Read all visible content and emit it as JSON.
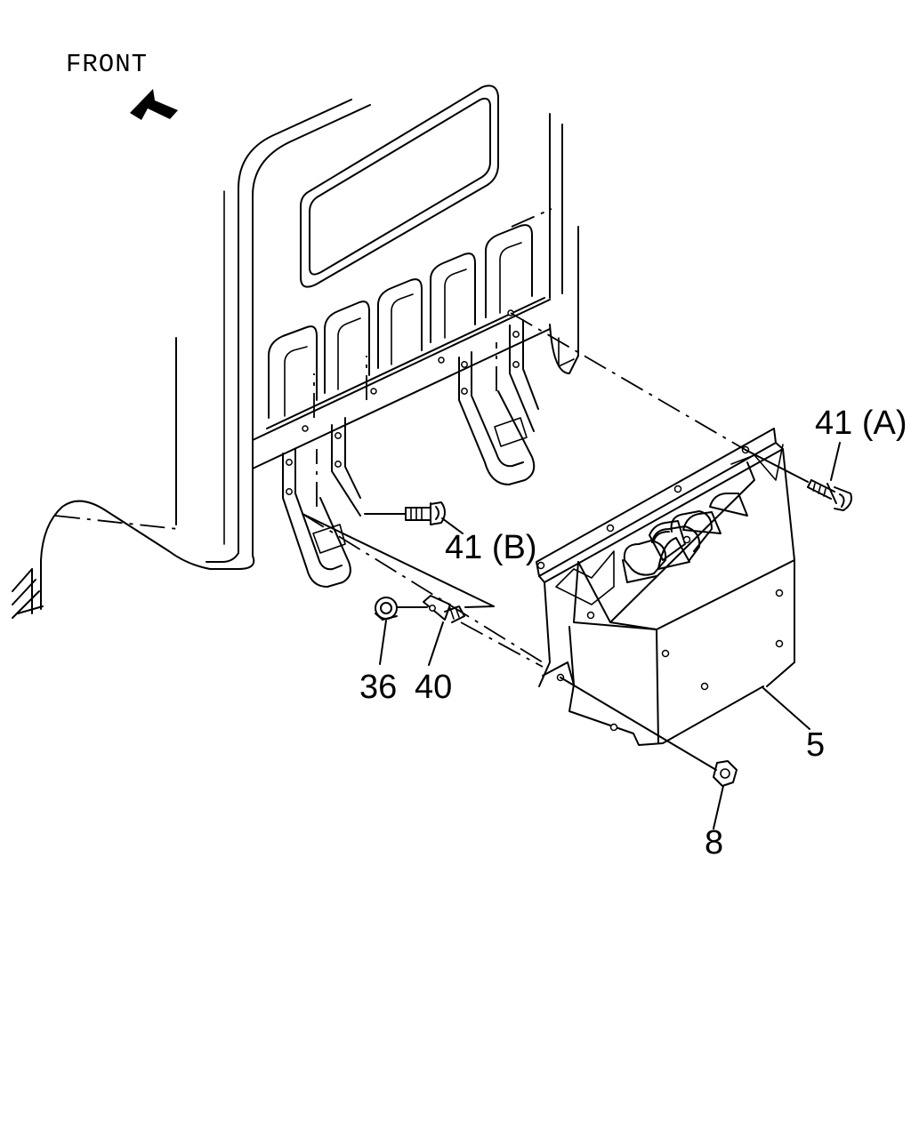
{
  "front_label": "FRONT",
  "callouts": {
    "c41a": "41 (A)",
    "c41b": "41 (B)",
    "c36": "36",
    "c40": "40",
    "c5": "5",
    "c8": "8"
  },
  "icons": {
    "front_arrow": "arrow-up-left",
    "bolt": "flanged-bolt",
    "nut": "flange-nut"
  }
}
